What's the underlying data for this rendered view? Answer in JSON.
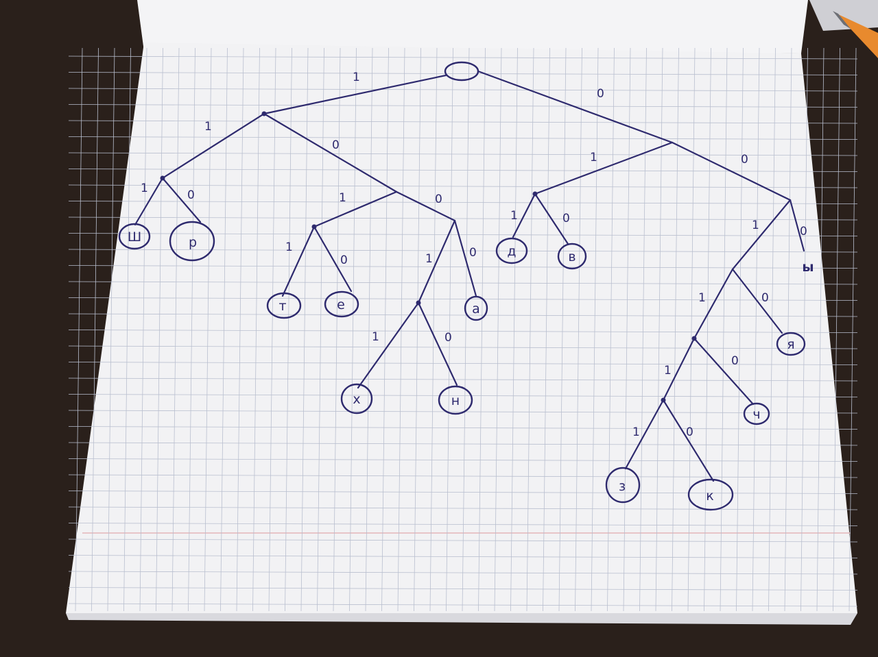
{
  "diagram": {
    "symbols": {
      "n_sh": "Ш",
      "n_r": "р",
      "n_t": "т",
      "n_e": "е",
      "n_x": "х",
      "n_n": "н",
      "n_a": "а",
      "n_d": "д",
      "n_v": "в",
      "n_y": "ы",
      "n_ya": "я",
      "n_ch": "ч",
      "n_z": "з",
      "n_k": "к",
      "root": ""
    },
    "edge_labels": {
      "root_a": "1",
      "root_b": "0",
      "a_c": "1",
      "a_d": "0",
      "c_sh": "1",
      "c_r": "0",
      "d_e": "1",
      "d_f": "0",
      "e_t": "1",
      "e_e": "0",
      "f_g": "1",
      "f_a": "0",
      "g_x": "1",
      "g_n": "0",
      "b_h": "1",
      "b_i": "0",
      "h_d": "1",
      "h_v": "0",
      "i_j": "1",
      "i_y": "0",
      "j_k": "1",
      "j_ya": "0",
      "k_l": "1",
      "k_ch": "0",
      "l_z": "1",
      "l_k": "0"
    }
  }
}
